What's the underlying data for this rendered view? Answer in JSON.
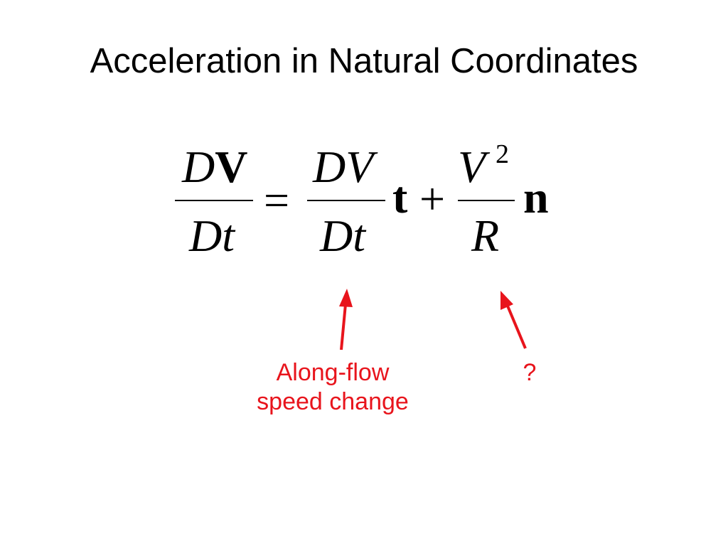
{
  "slide": {
    "title": "Acceleration in Natural Coordinates"
  },
  "equation": {
    "lhs_num_italic": "D",
    "lhs_num_bold": "V",
    "lhs_den": "Dt",
    "equals": "=",
    "term1_num": "DV",
    "term1_den": "Dt",
    "term1_vector": "t",
    "plus": "+",
    "term2_num": "V",
    "term2_exponent": "2",
    "term2_den": "R",
    "term2_vector": "n"
  },
  "annotations": {
    "along_flow_line1": "Along-flow",
    "along_flow_line2": "speed change",
    "question_mark": "?",
    "arrow_color": "#e8141c"
  }
}
